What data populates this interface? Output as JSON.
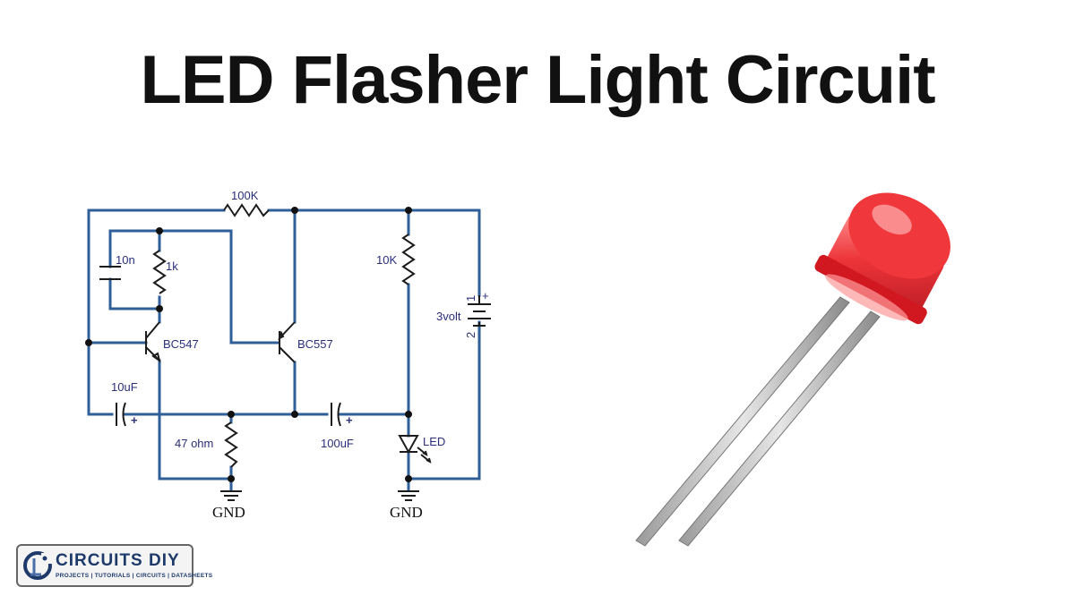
{
  "title": "LED Flasher Light Circuit",
  "schematic": {
    "labels": {
      "r_100k": "100K",
      "c_10n": "10n",
      "r_1k": "1k",
      "q_bc547": "BC547",
      "q_bc557": "BC557",
      "c_10uf": "10uF",
      "r_47ohm": "47 ohm",
      "c_100uf": "100uF",
      "r_10k": "10K",
      "battery": "3volt",
      "batt_pin1": "1",
      "batt_pin2": "2",
      "batt_plus": "+",
      "c10uf_plus": "+",
      "c100uf_plus": "+",
      "led": "LED",
      "gnd_left": "GND",
      "gnd_right": "GND"
    }
  },
  "logo": {
    "name": "CIRCUITS DIY",
    "tagline": "PROJECTS | TUTORIALS | CIRCUITS | DATASHEETS"
  },
  "colors": {
    "wire": "#2f5f98",
    "led": "#e8202a",
    "text": "#111111"
  },
  "photo": {
    "icon": "red-led-icon"
  }
}
